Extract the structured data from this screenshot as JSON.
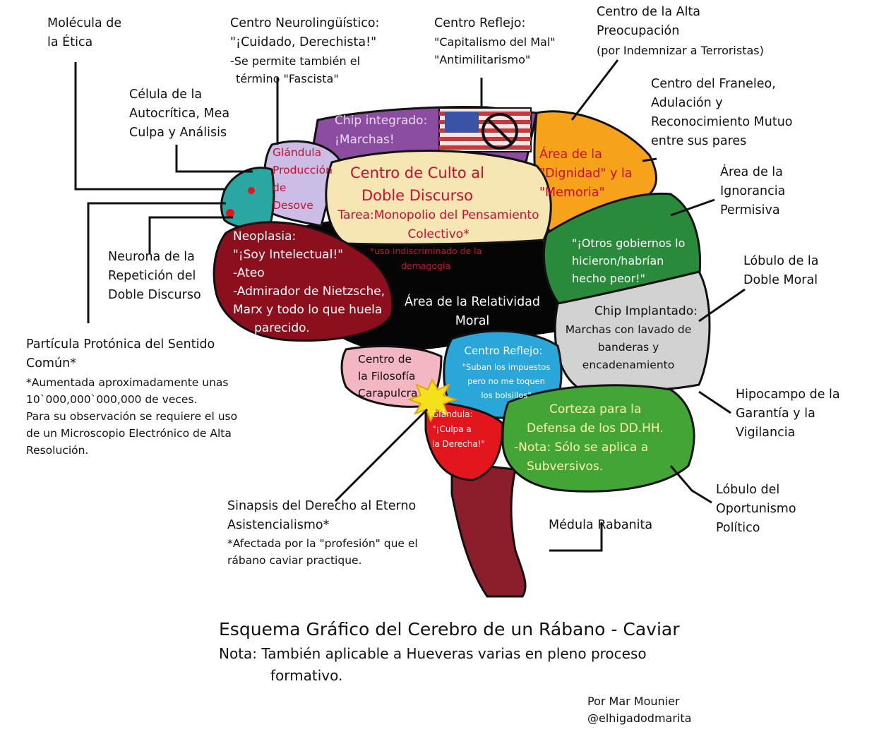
{
  "colors": {
    "background": "#ffffff",
    "outline": "#111111",
    "core": "#050505",
    "crimson": "#8b0f1c",
    "cream": "#f6e6b4",
    "orange": "#f7a21b",
    "green": "#2a8a3b",
    "lime": "#43a535",
    "gray": "#d2d2d2",
    "cyan": "#2aa6d8",
    "pink": "#f3b7c4",
    "red": "#e3161d",
    "lavender": "#cbbde6",
    "purple": "#8a4da0",
    "teal": "#2aa7a3",
    "stem": "#8b1e2a"
  },
  "labels": {
    "molecula": [
      "Molécula de",
      "la Ética"
    ],
    "centro_neuro": [
      "Centro Neurolingüístico:",
      "\"¡Cuidado, Derechista!\"",
      "-Se permite también el",
      "término \"Fascista\""
    ],
    "centro_reflejo_top": [
      "Centro Reflejo:",
      "\"Capitalismo del Mal\"",
      "\"Antimilitarismo\""
    ],
    "alta_preocupacion": [
      "Centro de la Alta",
      "Preocupación",
      "(por Indemnizar a Terroristas)"
    ],
    "celula": [
      "Célula de la",
      "Autocrítica, Mea",
      "Culpa y Análisis"
    ],
    "franeleo": [
      "Centro del Franeleo,",
      "Adulación y",
      "Reconocimiento Mutuo",
      "entre sus pares"
    ],
    "ignorancia": [
      "Área de la",
      "Ignorancia",
      "Permisiva"
    ],
    "neurona": [
      "Neurona de la",
      "Repetición del",
      "Doble Discurso"
    ],
    "doble_moral": [
      "Lóbulo de la",
      "Doble Moral"
    ],
    "particula": [
      "Partícula Protónica del Sentido",
      "Común*"
    ],
    "particula_note": [
      "*Aumentada aproximadamente unas",
      "10`000,000`000,000 de veces.",
      "Para su observación se requiere el uso",
      "de un Microscopio Electrónico de Alta",
      "Resolución."
    ],
    "hipocampo": [
      "Hipocampo de la",
      "Garantía y la",
      "Vigilancia"
    ],
    "oportunismo": [
      "Lóbulo del",
      "Oportunismo",
      "Político"
    ],
    "sinapsis": [
      "Sinapsis del Derecho al Eterno",
      "Asistencialismo*"
    ],
    "sinapsis_note": [
      "*Afectada por la \"profesión\" que el",
      "rábano caviar practique."
    ],
    "medula": [
      "Médula Rabanita"
    ]
  },
  "regions": {
    "chip_marchas": [
      "Chip integrado:",
      "¡Marchas!"
    ],
    "glandula_desove": [
      "Glándula",
      "Producción",
      "de",
      "Desove"
    ],
    "culto": [
      "Centro de Culto al",
      "Doble Discurso"
    ],
    "culto_task": [
      "Tarea:Monopolio del Pensamiento",
      "Colectivo*"
    ],
    "culto_note": [
      "*uso indiscriminado de la",
      "demagogia"
    ],
    "dignidad": [
      "Área de la",
      "\"Dignidad\" y la",
      "\"Memoria\""
    ],
    "otros_gobiernos": [
      "\"¡Otros gobiernos lo",
      "hicieron/habrían",
      "hecho peor!\""
    ],
    "neoplasia": [
      "Neoplasia:",
      "\"¡Soy Intelectual!\"",
      "-Ateo",
      "-Admirador de Nietzsche,",
      "Marx y todo lo que huela",
      "parecido."
    ],
    "relatividad": [
      "Área de la Relatividad",
      "Moral"
    ],
    "chip_implantado_title": [
      "Chip Implantado:"
    ],
    "chip_implantado_body": [
      "Marchas con lavado de",
      "banderas y",
      "encadenamiento"
    ],
    "filosofia": [
      "Centro de",
      "la Filosofía",
      "Carapulcra"
    ],
    "reflejo_blue_title": [
      "Centro Reflejo:"
    ],
    "reflejo_blue_body": [
      "\"Suban los impuestos",
      "pero no me toquen",
      "los bolsillos\""
    ],
    "glandula_culpa": [
      "Glándula:",
      "\"¡Culpa a",
      "la Derecha!\""
    ],
    "corteza": [
      "Corteza para la",
      "Defensa de los DD.HH.",
      "-Nota: Sólo se aplica a",
      "Subversivos."
    ]
  },
  "footer": {
    "title": "Esquema Gráfico del Cerebro de un Rábano - Caviar",
    "note_line1": "Nota: También aplicable a Hueveras varias en pleno proceso",
    "note_line2": "formativo.",
    "credit_line1": "Por Mar Mounier",
    "credit_line2": "@elhigadodmarita"
  }
}
